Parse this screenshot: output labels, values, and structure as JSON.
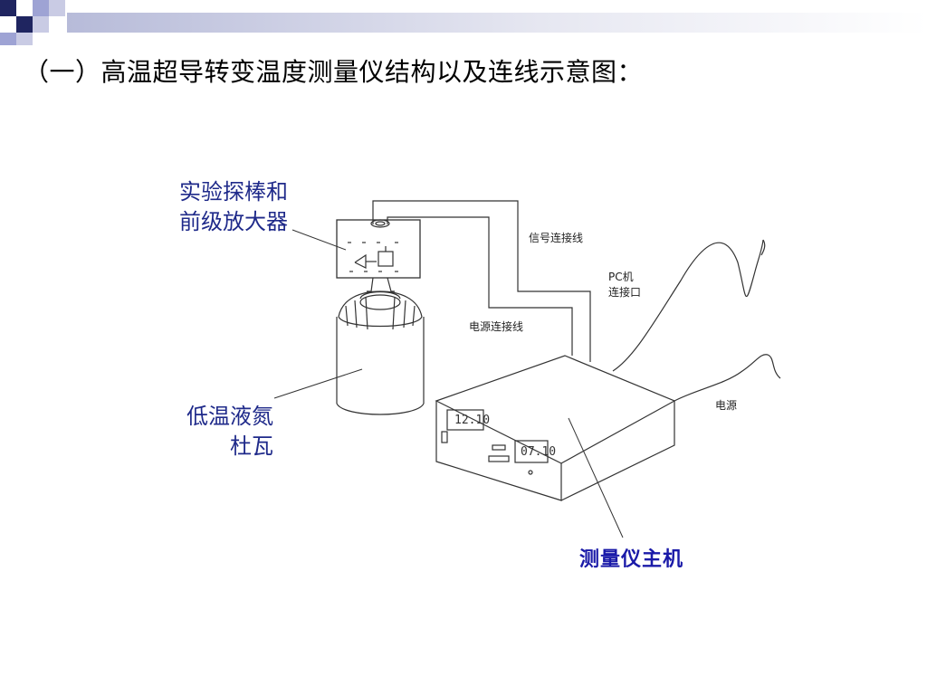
{
  "slide": {
    "title": "（一）高温超导转变温度测量仪结构以及连线示意图："
  },
  "diagram": {
    "probe_label": [
      "实验探棒和",
      "前级放大器"
    ],
    "dewar_label": [
      "低温液氮",
      "杜瓦"
    ],
    "main_unit_label": "测量仪主机",
    "signal_cable_label": "信号连接线",
    "pc_port_label": [
      "PC机",
      "连接口"
    ],
    "power_cable_label": "电源连接线",
    "power_label": "电源",
    "left_display": "12.10",
    "right_display": "07.10"
  },
  "colors": {
    "label_blue": "#1f2a8a",
    "main_label_blue": "#1a1aa8",
    "corner_navy": "#1f2560",
    "corner_lavender": "#9ea3d4"
  }
}
